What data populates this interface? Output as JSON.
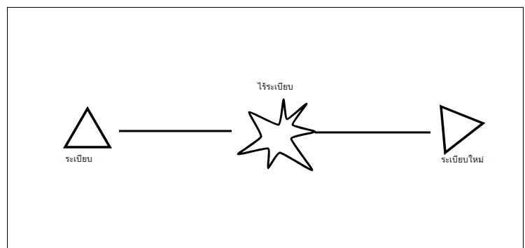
{
  "diagram": {
    "nodes": [
      {
        "text": [
          "ระเบียบ"
        ]
      },
      {
        "text": [
          "ไร้ระเบียบ"
        ]
      },
      {
        "text": [
          "ระเบียบใหม่"
        ]
      }
    ],
    "edges": [
      {
        "from": 0,
        "to": 1,
        "arrow": "none"
      },
      {
        "from": 1,
        "to": 2,
        "arrow": "none"
      }
    ]
  }
}
